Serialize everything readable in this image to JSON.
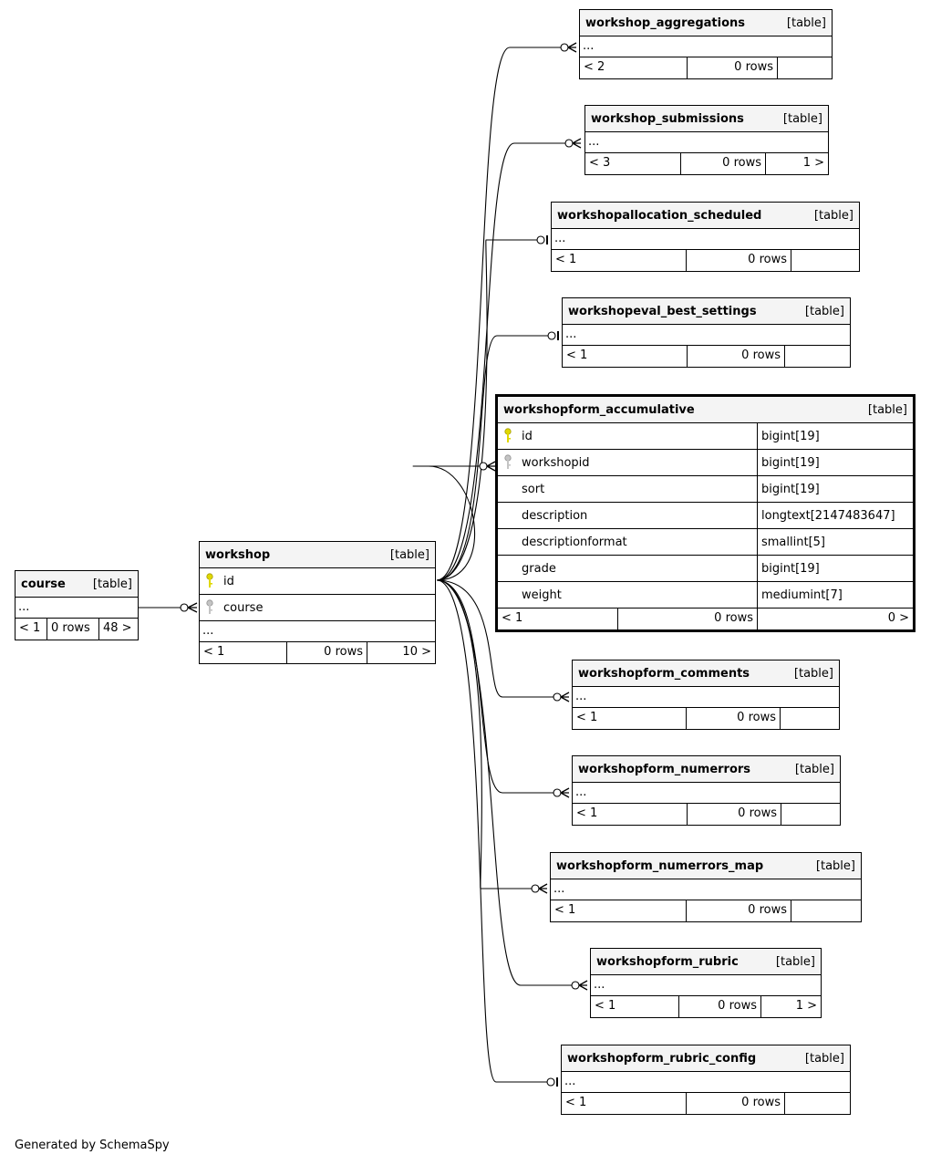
{
  "focus_table": {
    "name": "workshopform_accumulative",
    "type": "[table]",
    "columns": [
      {
        "name": "id",
        "type": "bigint[19]",
        "key": "primary-key-icon"
      },
      {
        "name": "workshopid",
        "type": "bigint[19]",
        "key": "foreign-key-icon"
      },
      {
        "name": "sort",
        "type": "bigint[19]",
        "key": ""
      },
      {
        "name": "description",
        "type": "longtext[2147483647]",
        "key": ""
      },
      {
        "name": "descriptionformat",
        "type": "smallint[5]",
        "key": ""
      },
      {
        "name": "grade",
        "type": "bigint[19]",
        "key": ""
      },
      {
        "name": "weight",
        "type": "mediumint[7]",
        "key": ""
      }
    ],
    "footer": {
      "parents": "< 1",
      "rows": "0 rows",
      "children": "0 >"
    }
  },
  "course": {
    "name": "course",
    "type": "[table]",
    "ellipsis": "...",
    "footer": {
      "parents": "< 1",
      "rows": "0 rows",
      "children": "48 >"
    }
  },
  "workshop": {
    "name": "workshop",
    "type": "[table]",
    "columns": [
      {
        "name": "id",
        "key": "primary-key-icon"
      },
      {
        "name": "course",
        "key": "foreign-key-icon"
      }
    ],
    "ellipsis": "...",
    "footer": {
      "parents": "< 1",
      "rows": "0 rows",
      "children": "10 >"
    }
  },
  "children": [
    {
      "name": "workshop_aggregations",
      "type": "[table]",
      "ellipsis": "...",
      "footer": {
        "parents": "< 2",
        "rows": "0 rows",
        "children": ""
      },
      "end": "crow-foot"
    },
    {
      "name": "workshop_submissions",
      "type": "[table]",
      "ellipsis": "...",
      "footer": {
        "parents": "< 3",
        "rows": "0 rows",
        "children": "1 >"
      },
      "end": "crow-foot"
    },
    {
      "name": "workshopallocation_scheduled",
      "type": "[table]",
      "ellipsis": "...",
      "footer": {
        "parents": "< 1",
        "rows": "0 rows",
        "children": ""
      },
      "end": "one"
    },
    {
      "name": "workshopeval_best_settings",
      "type": "[table]",
      "ellipsis": "...",
      "footer": {
        "parents": "< 1",
        "rows": "0 rows",
        "children": ""
      },
      "end": "one"
    },
    {
      "name": "workshopform_comments",
      "type": "[table]",
      "ellipsis": "...",
      "footer": {
        "parents": "< 1",
        "rows": "0 rows",
        "children": ""
      },
      "end": "crow-foot"
    },
    {
      "name": "workshopform_numerrors",
      "type": "[table]",
      "ellipsis": "...",
      "footer": {
        "parents": "< 1",
        "rows": "0 rows",
        "children": ""
      },
      "end": "crow-foot"
    },
    {
      "name": "workshopform_numerrors_map",
      "type": "[table]",
      "ellipsis": "...",
      "footer": {
        "parents": "< 1",
        "rows": "0 rows",
        "children": ""
      },
      "end": "crow-foot"
    },
    {
      "name": "workshopform_rubric",
      "type": "[table]",
      "ellipsis": "...",
      "footer": {
        "parents": "< 1",
        "rows": "0 rows",
        "children": "1 >"
      },
      "end": "crow-foot"
    },
    {
      "name": "workshopform_rubric_config",
      "type": "[table]",
      "ellipsis": "...",
      "footer": {
        "parents": "< 1",
        "rows": "0 rows",
        "children": ""
      },
      "end": "one"
    }
  ],
  "footer_text": "Generated by SchemaSpy",
  "colors": {
    "primary_key": "#e0d800",
    "foreign_key": "#b0b0b0",
    "header_bg": "#f4f4f4"
  }
}
